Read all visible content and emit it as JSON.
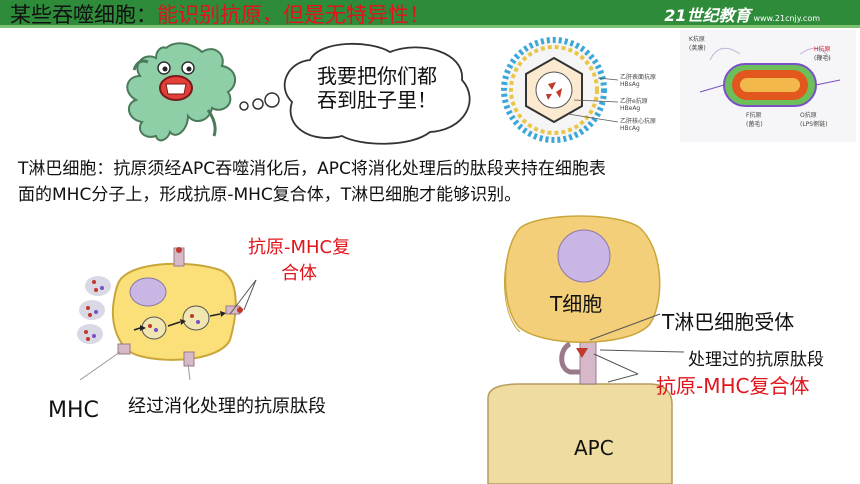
{
  "header": {
    "title_black": "某些吞噬细胞：",
    "title_red": "能识别抗原，但是无特异性！",
    "logo_text": "21世纪教育",
    "logo_sub": "www.21cnjy.com"
  },
  "speech_bubble": {
    "line1": "我要把你们都",
    "line2": "吞到肚子里！"
  },
  "virus_labels": {
    "l1": "乙肝表面抗原",
    "l1b": "HBsAg",
    "l2": "乙肝e抗原",
    "l2b": "HBeAg",
    "l3": "乙肝核心抗原",
    "l3b": "HBcAg"
  },
  "bacteria_labels": {
    "k": "K抗原",
    "k_sub": "(荚膜)",
    "h": "H抗原",
    "h_sub": "(鞭毛)",
    "f": "F抗原",
    "f_sub": "(菌毛)",
    "o": "O抗原",
    "o_sub": "(LPS侧链)"
  },
  "description": {
    "line1": "T淋巴细胞：抗原须经APC吞噬消化后，APC将消化处理后的肽段夹持在细胞表",
    "line2": "面的MHC分子上，形成抗原-MHC复合体，T淋巴细胞才能够识别。"
  },
  "left_diagram": {
    "complex_label_1": "抗原-MHC复",
    "complex_label_2": "合体",
    "mhc_label": "MHC",
    "peptide_label": "经过消化处理的抗原肽段"
  },
  "right_diagram": {
    "t_cell_label": "T细胞",
    "receptor_label": "T淋巴细胞受体",
    "peptide_label": "处理过的抗原肽段",
    "complex_label": "抗原-MHC复合体",
    "apc_label": "APC"
  },
  "colors": {
    "header_green": "#2e8b3a",
    "accent_red": "#e0141b",
    "cell_yellow": "#fbe07a",
    "nucleus_purple": "#c9b6e4"
  }
}
